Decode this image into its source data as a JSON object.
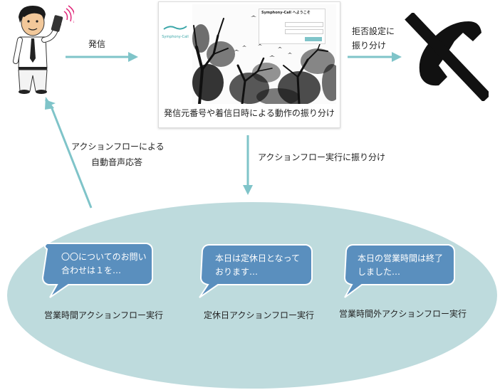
{
  "arrows": {
    "outgoing_label": "発信",
    "reject_label_line1": "拒否設定に",
    "reject_label_line2": "振り分け",
    "route_label": "アクションフロー実行に振り分け",
    "response_label_line1": "アクションフローによる",
    "response_label_line2": "自動音声応答"
  },
  "screenshot": {
    "caption": "発信元番号や着信日時による動作の振り分け",
    "logo_text": "Symphony-Call",
    "login_title": "Symphony-Call へようこそ"
  },
  "bubbles": [
    {
      "line1": "〇〇についてのお問い",
      "line2": "合わせは１を…",
      "caption": "営業時間アクションフロー実行"
    },
    {
      "line1": "本日は定休日となって",
      "line2": "おります…",
      "caption": "定休日アクションフロー実行"
    },
    {
      "line1": "本日の営業時間は終了",
      "line2": "しました…",
      "caption": "営業時間外アクションフロー実行"
    }
  ],
  "icons": {
    "person": "person-with-phone-icon",
    "blocked_call": "blocked-call-icon"
  },
  "colors": {
    "arrow": "#7fc4c9",
    "ellipse": "#bedbdd",
    "bubble": "#5a8fbe",
    "bubble_edge": "#ffffff"
  }
}
